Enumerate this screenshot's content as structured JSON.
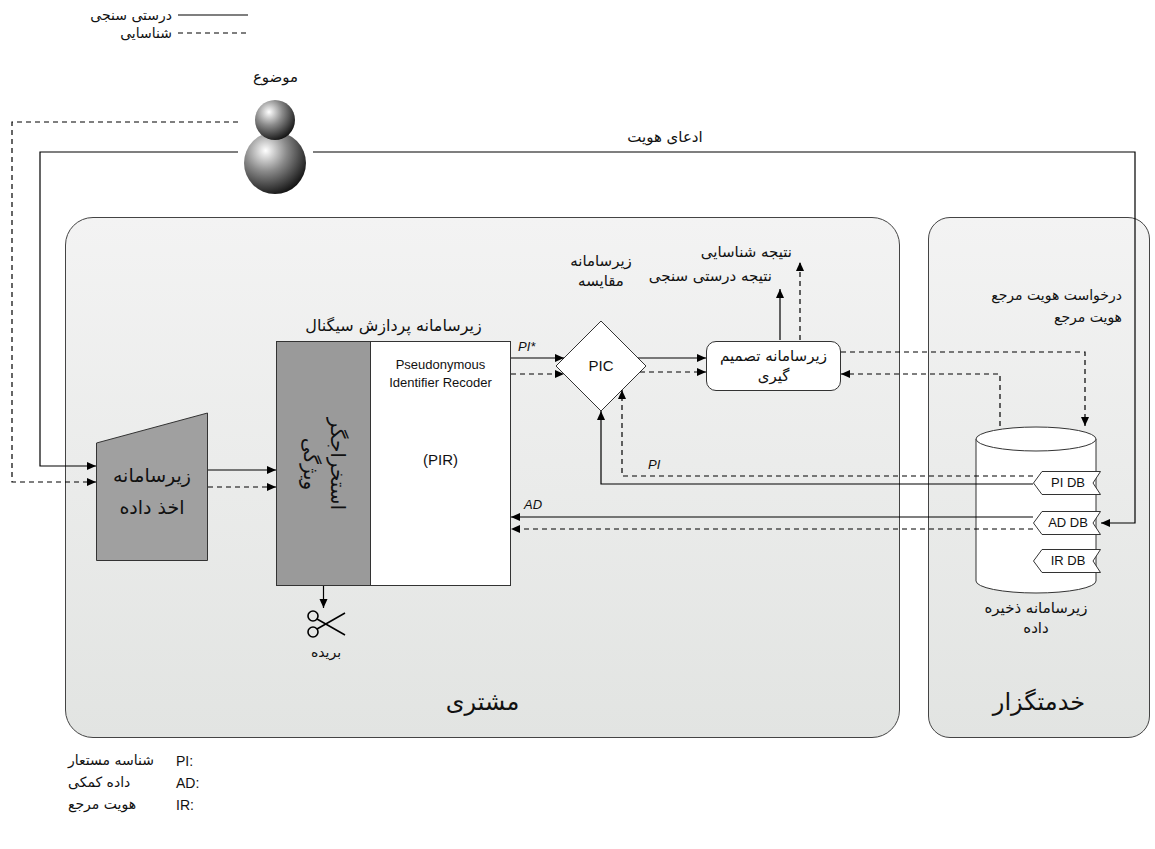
{
  "diagram": {
    "nodes": [
      {
        "text": [
          "موضوع"
        ]
      },
      {
        "text": [
          "مشتری"
        ]
      },
      {
        "text": [
          "خدمتگزار"
        ]
      },
      {
        "text": [
          "زیرسامانه اخذ داده"
        ],
        "in": 1
      },
      {
        "text": [
          "زیرسامانه پردازش سیگنال"
        ],
        "in": 1
      },
      {
        "text": [
          "استخراجگر ویژگی"
        ],
        "in": 4
      },
      {
        "text": [
          "Pseudonymous Identifier Recoder",
          "(PIR)"
        ],
        "in": 4
      },
      {
        "text": [
          "زیرسامانه مقایسه",
          "PIC"
        ],
        "in": 1
      },
      {
        "text": [
          "زیرسامانه تصمیم گیری"
        ],
        "in": 1
      },
      {
        "text": [
          "زیرسامانه ذخیره داده"
        ],
        "in": 2
      },
      {
        "text": [
          "PI DB"
        ],
        "in": 9
      },
      {
        "text": [
          "AD DB"
        ],
        "in": 9
      },
      {
        "text": [
          "IR DB"
        ],
        "in": 9
      },
      {
        "text": [
          "بریده"
        ],
        "in": 1
      }
    ],
    "edges": [
      {
        "from": 0,
        "to": 3,
        "arrow": "to"
      },
      {
        "from": 0,
        "to": 3,
        "arrow": "to"
      },
      {
        "from": 0,
        "to": 11,
        "label": "ادعای هویت",
        "arrow": "to"
      },
      {
        "from": 3,
        "to": 5,
        "arrow": "to"
      },
      {
        "from": 3,
        "to": 5,
        "arrow": "to"
      },
      {
        "from": 6,
        "to": 7,
        "label": "PI*",
        "arrow": "to"
      },
      {
        "from": 6,
        "to": 7,
        "arrow": "to"
      },
      {
        "from": 7,
        "to": 8,
        "arrow": "to"
      },
      {
        "from": 7,
        "to": 8,
        "arrow": "to"
      },
      {
        "from": 8,
        "to": 9,
        "label": "درخواست هویت مرجع",
        "arrow": "to"
      },
      {
        "from": 9,
        "to": 8,
        "label": "هویت مرجع",
        "arrow": "to"
      },
      {
        "from": 10,
        "to": 7,
        "arrow": "to"
      },
      {
        "from": 10,
        "to": 7,
        "label": "PI",
        "arrow": "to"
      },
      {
        "from": 11,
        "to": 6,
        "label": "AD",
        "arrow": "to"
      },
      {
        "from": 11,
        "to": 6,
        "arrow": "to"
      },
      {
        "from": 5,
        "to": 13,
        "arrow": "to"
      }
    ],
    "labels": [
      "نتیجه شناسایی",
      "نتیجه درستی سنجی",
      "PI:",
      "شناسه مستعار",
      "AD:",
      "داده کمکی",
      "IR:",
      "هویت مرجع"
    ],
    "legend": [
      {
        "text": "درستی سنجی"
      },
      {
        "text": "شناسایی"
      }
    ]
  }
}
